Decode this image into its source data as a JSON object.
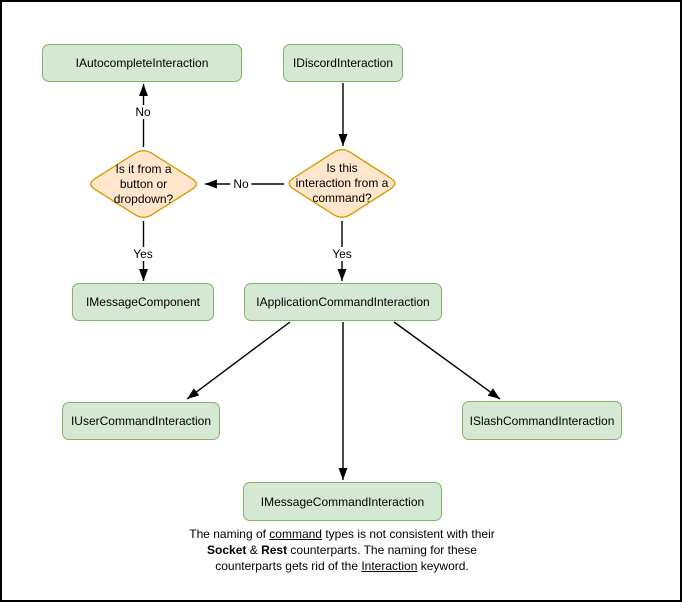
{
  "nodes": {
    "autocomplete": "IAutocompleteInteraction",
    "discord": "IDiscordInteraction",
    "message_component": "IMessageComponent",
    "application_command": "IApplicationCommandInteraction",
    "user_command": "IUserCommandInteraction",
    "slash_command": "ISlashCommandInteraction",
    "message_command": "IMessageCommandInteraction"
  },
  "decisions": {
    "left_lines": [
      "Is it from a",
      "button or",
      "dropdown?"
    ],
    "right_lines": [
      "Is this",
      "interaction from a",
      "command?"
    ]
  },
  "edge_labels": {
    "no_top": "No",
    "no_mid": "No",
    "yes_left": "Yes",
    "yes_right": "Yes"
  },
  "footnote": {
    "line1": [
      "The naming of ",
      "command",
      " types is not consistent with their"
    ],
    "line2": [
      "Socket",
      " & ",
      "Rest",
      " counterparts. The naming for these"
    ],
    "line3": [
      "counterparts gets rid of the ",
      "Interaction",
      " keyword."
    ]
  },
  "colors": {
    "node_fill": "#d5e8d4",
    "node_border": "#82b366",
    "decision_fill": "#ffe6cc",
    "decision_border": "#d79b00",
    "edge": "#000000",
    "text": "#000000",
    "canvas_border": "#000000",
    "background": "#ffffff"
  }
}
